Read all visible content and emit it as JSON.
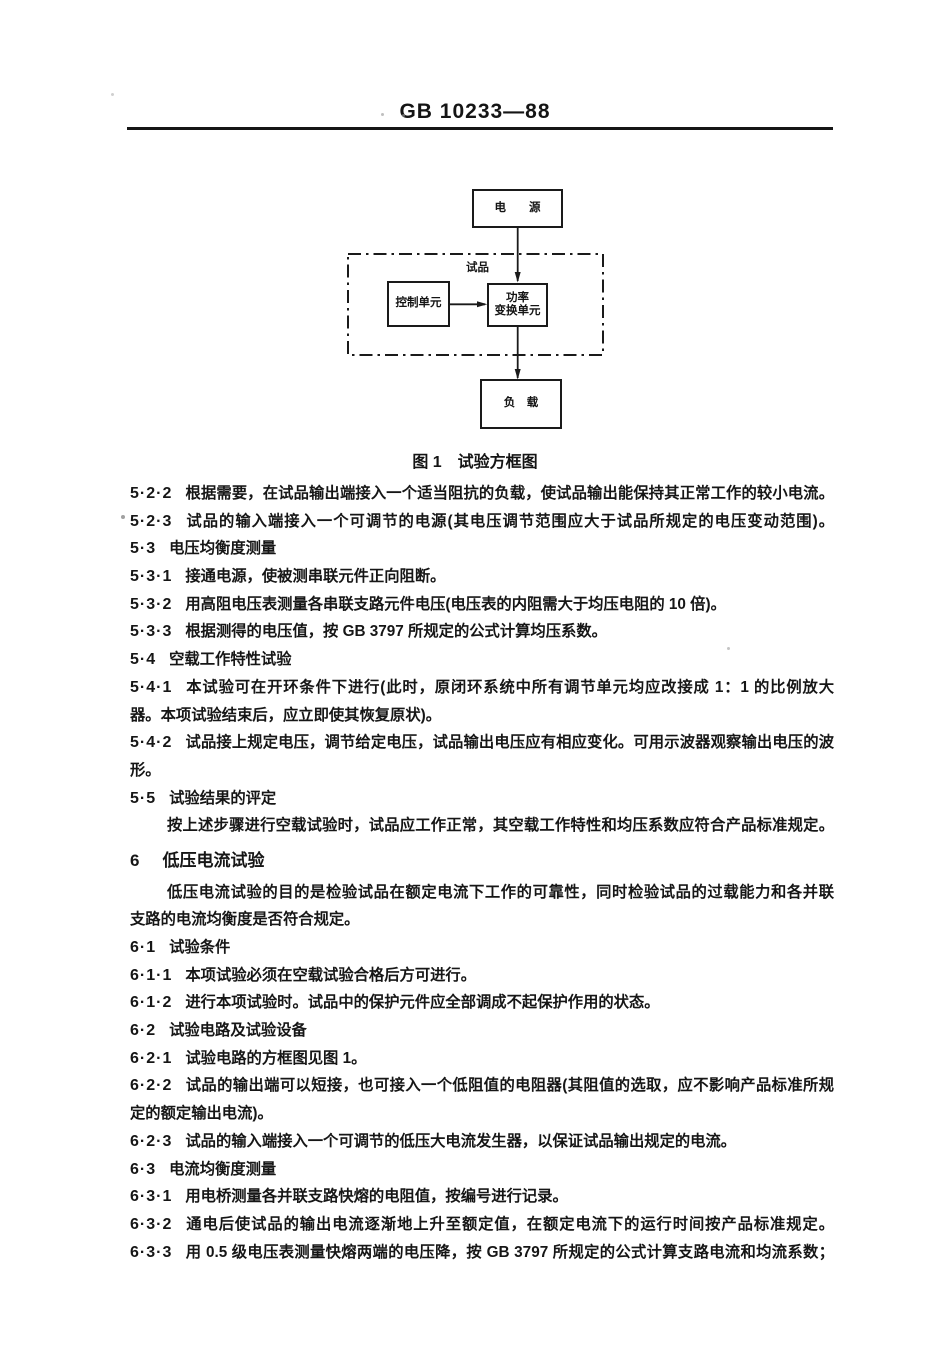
{
  "page": {
    "header_code": "GB 10233—88"
  },
  "figure": {
    "boxes": {
      "power": "电　　源",
      "specimen_label": "试品",
      "control": "控制单元",
      "converter_line1": "功率",
      "converter_line2": "变换单元",
      "load": "负　载"
    },
    "caption": "图 1　试验方框图"
  },
  "body": [
    {
      "num": "5·2·2",
      "lines": [
        {
          "t": "根据需要，在试品输出端接入一个适当阻抗的负载，使试品输出能保持其正常工作的较小电流。",
          "fill": true
        }
      ]
    },
    {
      "num": "5·2·3",
      "lines": [
        {
          "t": "试品的输入端接入一个可调节的电源(其电压调节范围应大于试品所规定的电压变动范围)。",
          "fill": true
        }
      ]
    },
    {
      "num": "5·3",
      "lines": [
        {
          "t": "电压均衡度测量"
        }
      ]
    },
    {
      "num": "5·3·1",
      "lines": [
        {
          "t": "接通电源，使被测串联元件正向阻断。"
        }
      ]
    },
    {
      "num": "5·3·2",
      "lines": [
        {
          "t": "用高阻电压表测量各串联支路元件电压(电压表的内阻需大于均压电阻的 10 倍)。"
        }
      ]
    },
    {
      "num": "5·3·3",
      "lines": [
        {
          "t": "根据测得的电压值，按 GB 3797 所规定的公式计算均压系数。"
        }
      ]
    },
    {
      "num": "5·4",
      "lines": [
        {
          "t": "空载工作特性试验"
        }
      ]
    },
    {
      "num": "5·4·1",
      "lines": [
        {
          "t": "本试验可在开环条件下进行(此时，原闭环系统中所有调节单元均应改接成 1：1 的比例放大",
          "fill": true
        },
        {
          "t": "器。本项试验结束后，应立即使其恢复原状)。"
        }
      ]
    },
    {
      "num": "5·4·2",
      "lines": [
        {
          "t": "试品接上规定电压，调节给定电压，试品输出电压应有相应变化。可用示波器观察输出电压的波",
          "fill": true
        },
        {
          "t": "形。"
        }
      ]
    },
    {
      "num": "5·5",
      "lines": [
        {
          "t": "试验结果的评定"
        }
      ]
    },
    {
      "lines": [
        {
          "t": "按上述步骤进行空载试验时，试品应工作正常，其空载工作特性和均压系数应符合产品标准规定。",
          "indent": true,
          "fill": true
        }
      ]
    },
    {
      "num": "6",
      "style": "h",
      "lines": [
        {
          "t": "低压电流试验"
        }
      ]
    },
    {
      "lines": [
        {
          "t": "低压电流试验的目的是检验试品在额定电流下工作的可靠性，同时检验试品的过载能力和各并联",
          "indent": true,
          "fill": true
        },
        {
          "t": "支路的电流均衡度是否符合规定。"
        }
      ]
    },
    {
      "num": "6·1",
      "lines": [
        {
          "t": "试验条件"
        }
      ]
    },
    {
      "num": "6·1·1",
      "lines": [
        {
          "t": "本项试验必须在空载试验合格后方可进行。"
        }
      ]
    },
    {
      "num": "6·1·2",
      "lines": [
        {
          "t": "进行本项试验时。试品中的保护元件应全部调成不起保护作用的状态。"
        }
      ]
    },
    {
      "num": "6·2",
      "lines": [
        {
          "t": "试验电路及试验设备"
        }
      ]
    },
    {
      "num": "6·2·1",
      "lines": [
        {
          "t": "试验电路的方框图见图 1。"
        }
      ]
    },
    {
      "num": "6·2·2",
      "lines": [
        {
          "t": "试品的输出端可以短接，也可接入一个低阻值的电阻器(其阻值的选取，应不影响产品标准所规",
          "fill": true
        },
        {
          "t": "定的额定输出电流)。"
        }
      ]
    },
    {
      "num": "6·2·3",
      "lines": [
        {
          "t": "试品的输入端接入一个可调节的低压大电流发生器，以保证试品输出规定的电流。"
        }
      ]
    },
    {
      "num": "6·3",
      "lines": [
        {
          "t": "电流均衡度测量"
        }
      ]
    },
    {
      "num": "6·3·1",
      "lines": [
        {
          "t": "用电桥测量各并联支路快熔的电阻值，按编号进行记录。"
        }
      ]
    },
    {
      "num": "6·3·2",
      "lines": [
        {
          "t": "通电后使试品的输出电流逐渐地上升至额定值，在额定电流下的运行时间按产品标准规定。",
          "fill": true
        }
      ]
    },
    {
      "num": "6·3·3",
      "lines": [
        {
          "t": "用 0.5 级电压表测量快熔两端的电压降，按 GB 3797 所规定的公式计算支路电流和均流系数；",
          "fill": true
        }
      ]
    }
  ]
}
